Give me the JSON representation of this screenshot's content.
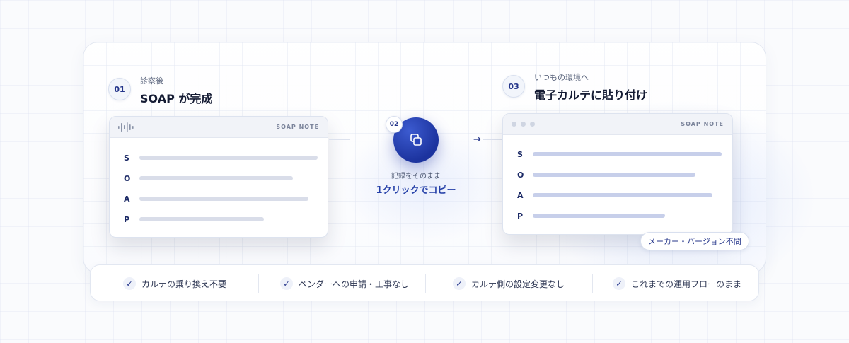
{
  "steps": [
    {
      "number": "01",
      "subtitle": "診察後",
      "title": "SOAP が完成"
    },
    {
      "number": "02",
      "subtitle": "記録をそのまま",
      "title": "1クリックでコピー"
    },
    {
      "number": "03",
      "subtitle": "いつもの環境へ",
      "title": "電子カルテに貼り付け"
    }
  ],
  "note_card": {
    "label": "SOAP NOTE",
    "rows": [
      {
        "letter": "S",
        "fill": 1.0
      },
      {
        "letter": "O",
        "fill": 0.86
      },
      {
        "letter": "A",
        "fill": 0.95
      },
      {
        "letter": "P",
        "fill": 0.7
      }
    ]
  },
  "copy_action": {
    "icon": "copy-icon"
  },
  "arrow_glyph": "→",
  "compat_pill": "メーカー・バージョン不問",
  "features": [
    {
      "label": "カルテの乗り換え不要"
    },
    {
      "label": "ベンダーへの申請・工事なし"
    },
    {
      "label": "カルテ側の設定変更なし"
    },
    {
      "label": "これまでの運用フローのまま"
    }
  ],
  "check_glyph": "✓",
  "colors": {
    "accent": "#24358a",
    "button": "#1c339e",
    "bar_left": "#d9dde9",
    "bar_right": "#c7cfea"
  }
}
